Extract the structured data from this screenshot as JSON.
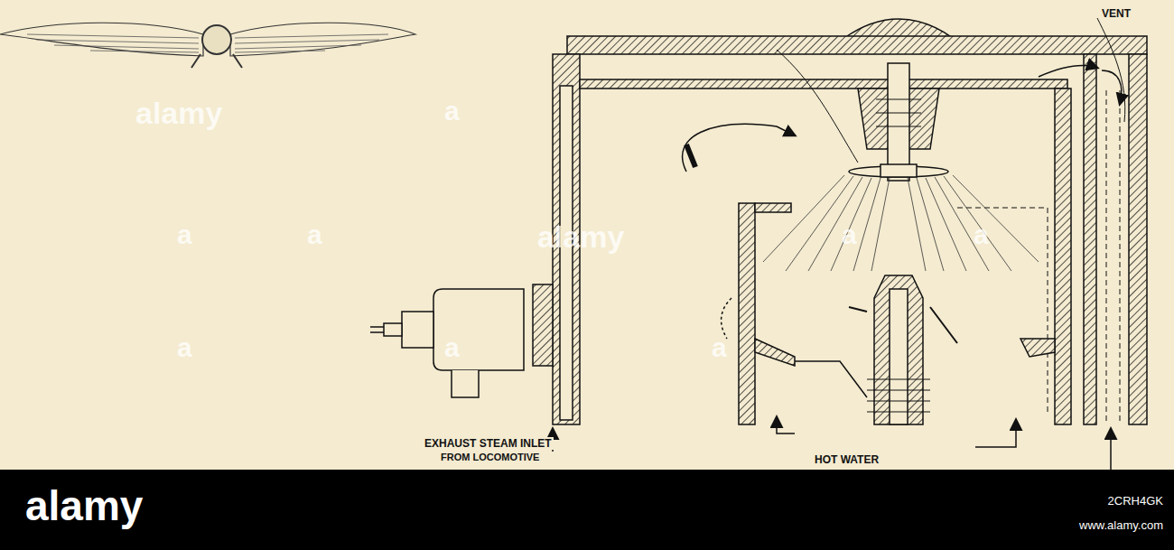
{
  "diagram": {
    "labels": [
      "VENT",
      "EXHAUST STEAM INLET",
      "FROM LOCOMOTIVE",
      "HOT WATER",
      "alamy",
      "a",
      "a",
      "a",
      "alamy",
      "a",
      "a",
      "a",
      "a",
      "a",
      "alamy",
      "2CRH4GK",
      "www.alamy.com"
    ]
  }
}
